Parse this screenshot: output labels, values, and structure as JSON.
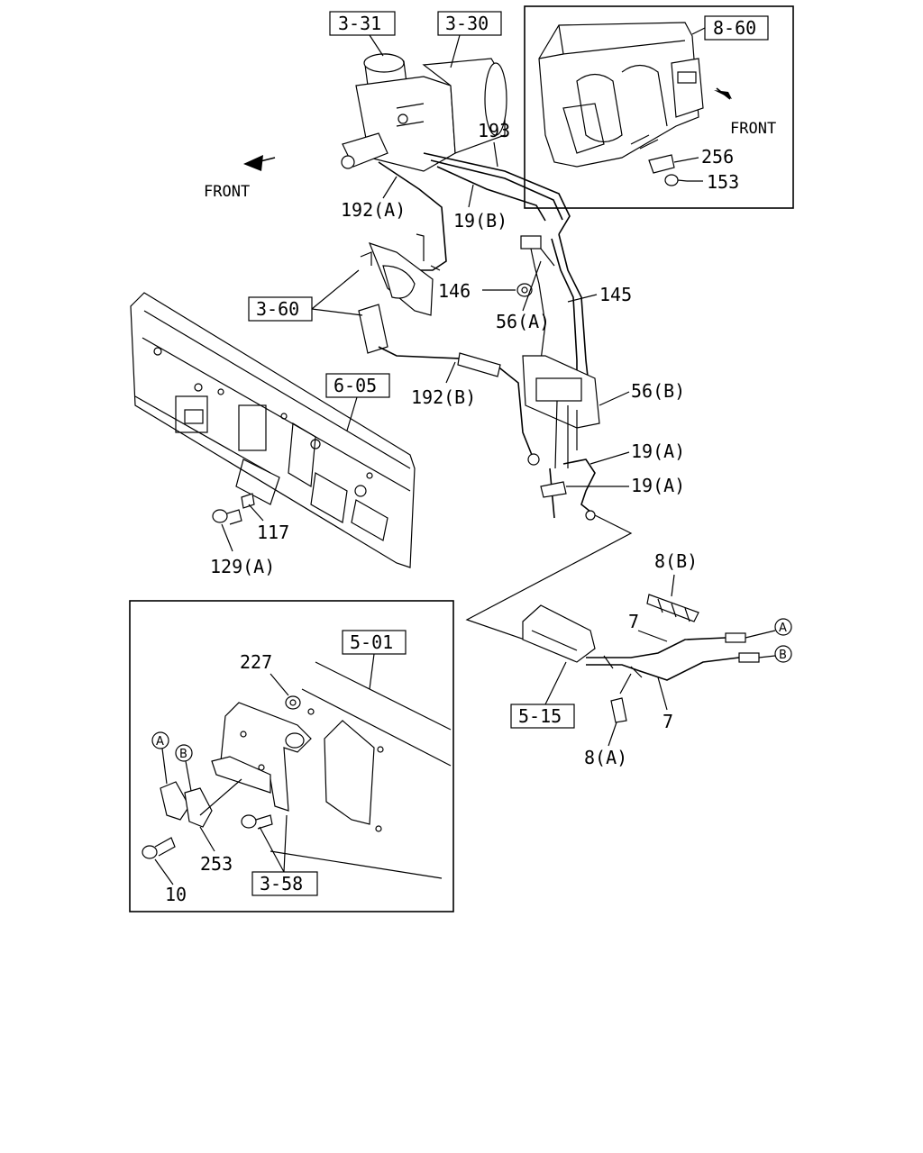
{
  "refs": {
    "r331": "3-31",
    "r330": "3-30",
    "r860": "8-60",
    "r360": "3-60",
    "r605": "6-05",
    "r501": "5-01",
    "r515": "5-15",
    "r358": "3-58"
  },
  "labels": {
    "front_left": "FRONT",
    "front_right": "FRONT",
    "p193": "193",
    "p192a": "192(A)",
    "p19b": "19(B)",
    "p256": "256",
    "p153": "153",
    "p146": "146",
    "p145": "145",
    "p56a": "56(A)",
    "p56b": "56(B)",
    "p192b": "192(B)",
    "p19a_1": "19(A)",
    "p19a_2": "19(A)",
    "p117": "117",
    "p129a": "129(A)",
    "p8b": "8(B)",
    "p7_top": "7",
    "p7_bot": "7",
    "p8a": "8(A)",
    "p227": "227",
    "p253": "253",
    "p10": "10"
  },
  "markers": {
    "a_right": "A",
    "b_right": "B",
    "a_inset": "A",
    "b_inset": "B"
  }
}
